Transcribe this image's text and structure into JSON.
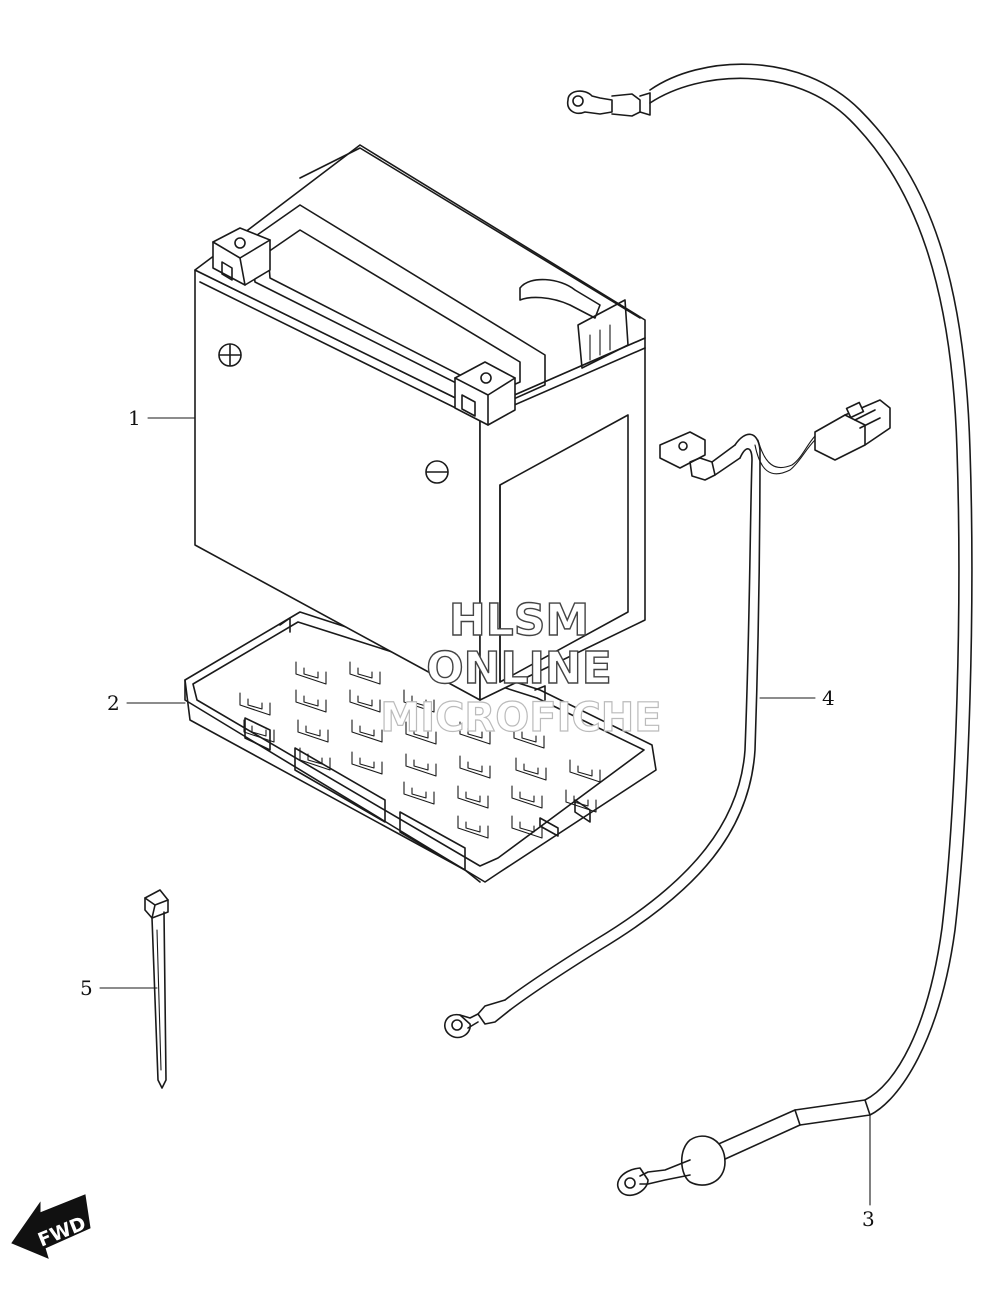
{
  "callouts": [
    {
      "id": "1",
      "label": "1"
    },
    {
      "id": "2",
      "label": "2"
    },
    {
      "id": "3",
      "label": "3"
    },
    {
      "id": "4",
      "label": "4"
    },
    {
      "id": "5",
      "label": "5"
    }
  ],
  "watermark": {
    "line1": "HLSM",
    "line2": "ONLINE",
    "line3": "MICROFICHE"
  },
  "direction_indicator": {
    "label": "FWD",
    "icon": "arrow-left-down-icon"
  }
}
